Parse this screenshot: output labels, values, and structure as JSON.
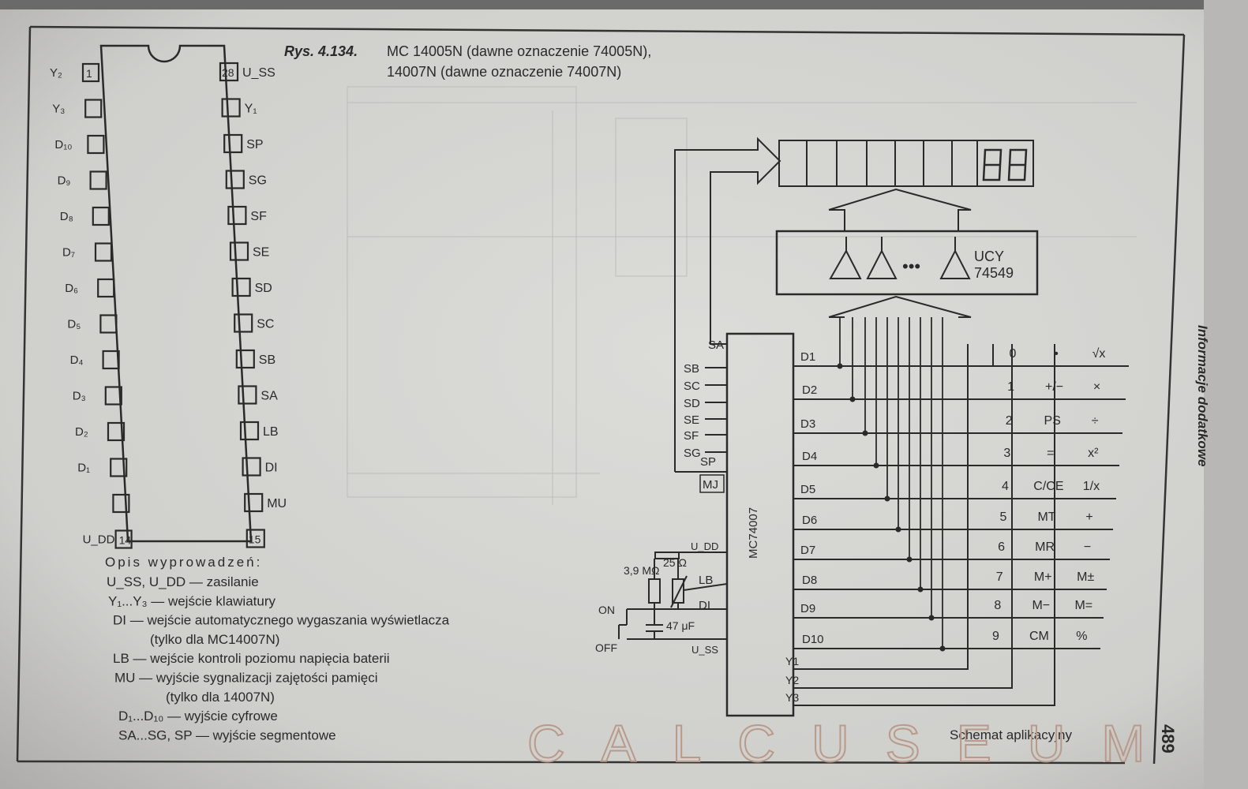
{
  "figure": {
    "number": "Rys. 4.134.",
    "title_line1": "MC 14005N (dawne oznaczenie 74005N),",
    "title_line2": "14007N (dawne oznaczenie 74007N)"
  },
  "pinout": {
    "left_pins": [
      {
        "num": "1",
        "label": "Y₂"
      },
      {
        "num": "",
        "label": "Y₃"
      },
      {
        "num": "",
        "label": "D₁₀"
      },
      {
        "num": "",
        "label": "D₉"
      },
      {
        "num": "",
        "label": "D₈"
      },
      {
        "num": "",
        "label": "D₇"
      },
      {
        "num": "",
        "label": "D₆"
      },
      {
        "num": "",
        "label": "D₅"
      },
      {
        "num": "",
        "label": "D₄"
      },
      {
        "num": "",
        "label": "D₃"
      },
      {
        "num": "",
        "label": "D₂"
      },
      {
        "num": "",
        "label": "D₁"
      },
      {
        "num": "",
        "label": ""
      },
      {
        "num": "14",
        "label": "U_DD"
      }
    ],
    "right_pins": [
      {
        "num": "28",
        "label": "U_SS"
      },
      {
        "num": "",
        "label": "Y₁"
      },
      {
        "num": "",
        "label": "SP"
      },
      {
        "num": "",
        "label": "SG"
      },
      {
        "num": "",
        "label": "SF"
      },
      {
        "num": "",
        "label": "SE"
      },
      {
        "num": "",
        "label": "SD"
      },
      {
        "num": "",
        "label": "SC"
      },
      {
        "num": "",
        "label": "SB"
      },
      {
        "num": "",
        "label": "SA"
      },
      {
        "num": "",
        "label": "LB"
      },
      {
        "num": "",
        "label": "DI"
      },
      {
        "num": "",
        "label": "MU"
      },
      {
        "num": "15",
        "label": ""
      }
    ]
  },
  "description": {
    "heading": "Opis wyprowadzeń:",
    "lines": [
      "U_SS, U_DD — zasilanie",
      "Y₁...Y₃ — wejście klawiatury",
      "DI — wejście automatycznego wygaszania wyświetlacza",
      "(tylko dla MC14007N)",
      "LB — wejście kontroli poziomu napięcia baterii",
      "MU — wyjście sygnalizacji zajętości pamięci",
      "(tylko dla 14007N)",
      "D₁...D₁₀ — wyjście cyfrowe",
      "SA...SG, SP — wyjście segmentowe"
    ]
  },
  "schematic": {
    "chip_label": "MC74007",
    "driver_label_1": "UCY",
    "driver_label_2": "74549",
    "left_inputs": [
      "SA",
      "SB",
      "SC",
      "SD",
      "SE",
      "SF",
      "SG",
      "SP",
      "MJ"
    ],
    "digit_outputs": [
      "D1",
      "D2",
      "D3",
      "D4",
      "D5",
      "D6",
      "D7",
      "D8",
      "D9",
      "D10"
    ],
    "key_inputs": [
      "Y1",
      "Y2",
      "Y3"
    ],
    "power_labels": {
      "udd": "U_DD",
      "lb": "LB",
      "di": "DI",
      "uss": "U_SS"
    },
    "resistor_1": "3,9 MΩ",
    "resistor_2": "25 Ω",
    "capacitor": "47 μF",
    "switch_on": "ON",
    "switch_off": "OFF",
    "caption": "Schemat aplikacyjny",
    "keypad": [
      [
        "0",
        "•",
        "√x"
      ],
      [
        "1",
        "+/−",
        "×"
      ],
      [
        "2",
        "PS",
        "÷"
      ],
      [
        "3",
        "=",
        "x²"
      ],
      [
        "4",
        "C/CE",
        "1/x"
      ],
      [
        "5",
        "MT",
        "+"
      ],
      [
        "6",
        "MR",
        "−"
      ],
      [
        "7",
        "M+",
        "M±"
      ],
      [
        "8",
        "M−",
        "M="
      ],
      [
        "9",
        "CM",
        "%"
      ]
    ]
  },
  "page": {
    "side_title": "Informacje dodatkowe",
    "page_number": "489",
    "watermark": "CALCUSEUM"
  },
  "colors": {
    "ink": "#2a2a2a",
    "paper": "#d6d6d3",
    "shadow": "#8f8f8f"
  }
}
